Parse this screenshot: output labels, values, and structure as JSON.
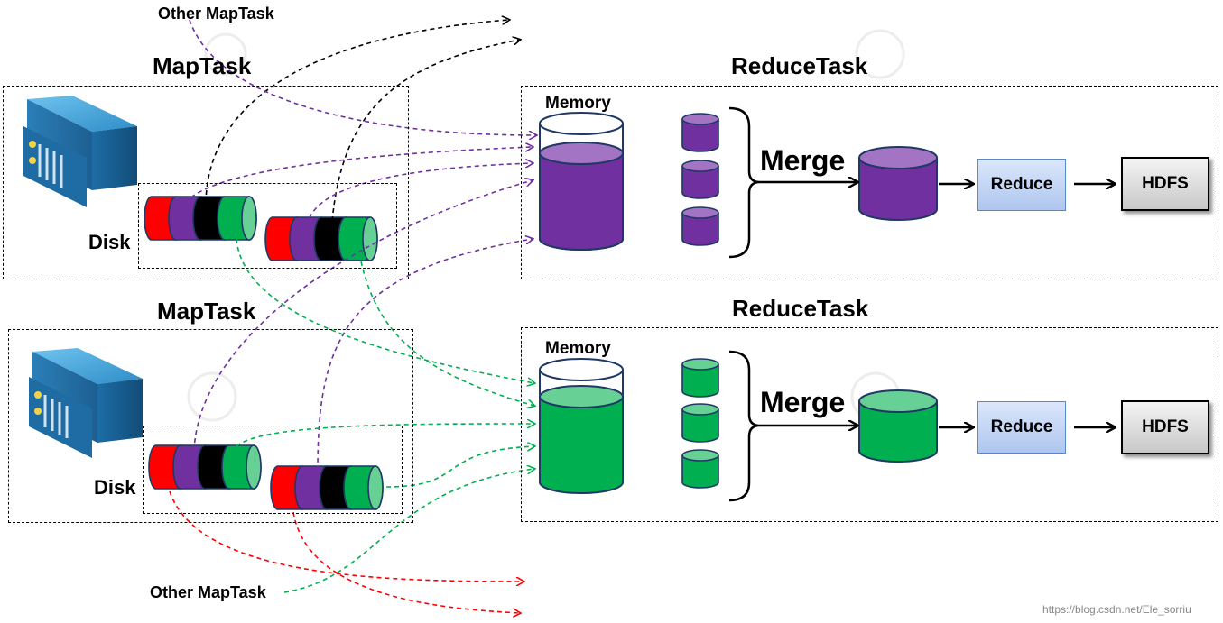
{
  "map_tasks": [
    {
      "title": "MapTask",
      "disk_label": "Disk"
    },
    {
      "title": "MapTask",
      "disk_label": "Disk"
    }
  ],
  "reduce_tasks": [
    {
      "title": "ReduceTask",
      "memory_label": "Memory",
      "merge_label": "Merge",
      "reduce_label": "Reduce",
      "hdfs_label": "HDFS",
      "color": "#7030a0"
    },
    {
      "title": "ReduceTask",
      "memory_label": "Memory",
      "merge_label": "Merge",
      "reduce_label": "Reduce",
      "hdfs_label": "HDFS",
      "color": "#00b050"
    }
  ],
  "other_maptask_top": "Other MapTask",
  "other_maptask_bottom": "Other MapTask",
  "watermark_url": "https://blog.csdn.net/Ele_sorriu",
  "partition_colors": [
    "#ff0000",
    "#7030a0",
    "#000000",
    "#00b050"
  ],
  "arrow_colors": {
    "purple": "#7030a0",
    "green": "#00b050",
    "black": "#000000",
    "red": "#ff0000"
  }
}
